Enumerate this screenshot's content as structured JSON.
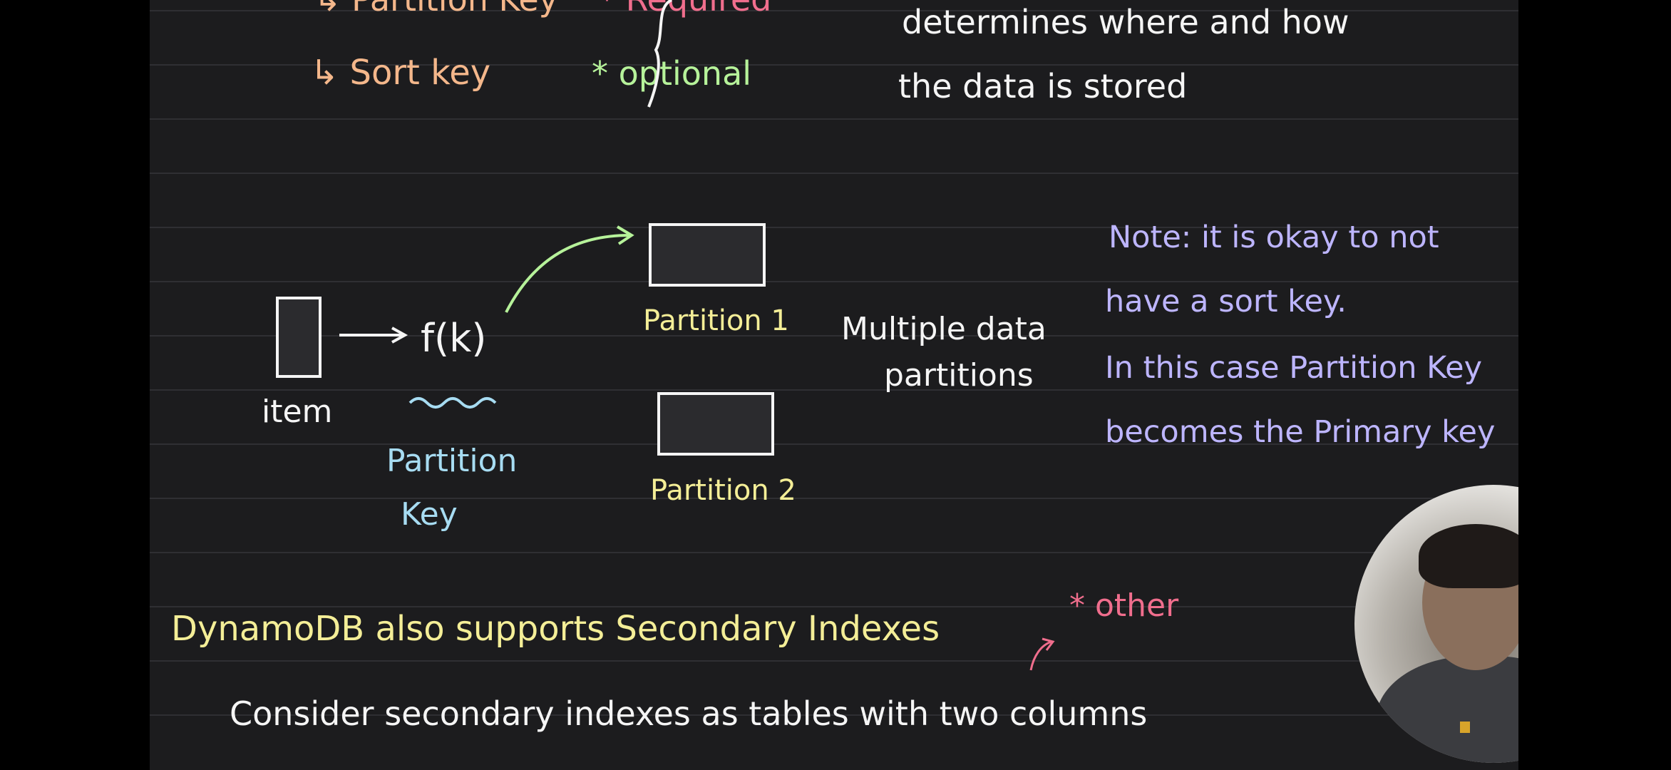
{
  "top_section": {
    "partition_key_line": {
      "label": "Partition Key",
      "tag": "* Required"
    },
    "sort_key_line": {
      "label": "Sort key",
      "tag": "* optional"
    },
    "brace_note": {
      "line1": "determines where and how",
      "line2": "the data is stored"
    }
  },
  "diagram": {
    "item_label": "item",
    "function_label": "f(k)",
    "function_caption": {
      "line1": "Partition",
      "line2": "Key"
    },
    "partition1_label": "Partition 1",
    "partition2_label": "Partition 2",
    "multiple_label": {
      "line1": "Multiple data",
      "line2": "partitions"
    }
  },
  "side_note": {
    "line1": "Note: it is okay to not",
    "line2": "have a sort key.",
    "line3": "In this case Partition Key",
    "line4": "becomes the Primary key"
  },
  "bottom_section": {
    "secondary_title": "DynamoDB also supports Secondary Indexes",
    "consider_line": "Consider secondary indexes as tables with two columns",
    "other_note": "* other"
  },
  "colors": {
    "background": "#1c1c1e",
    "orange": "#f4b78b",
    "pink": "#f06e8d",
    "green": "#b6f29a",
    "white": "#f5f5f5",
    "yellow": "#f4ee97",
    "blue": "#a7dcf2",
    "lavender": "#bdb5ff"
  }
}
